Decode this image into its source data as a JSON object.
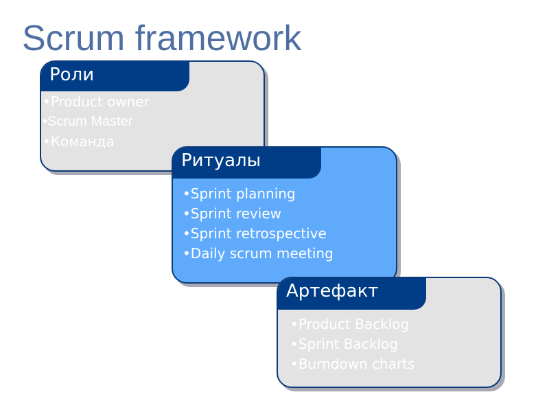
{
  "title": "Scrum framework",
  "roles": {
    "header": "Роли",
    "items": [
      "•Product owner",
      "•Scrum Master",
      "•Команда"
    ]
  },
  "rituals": {
    "header": "Ритуалы",
    "items": [
      "•Sprint planning",
      "•Sprint review",
      "•Sprint retrospective",
      "•Daily scrum meeting"
    ]
  },
  "artifacts": {
    "header": "Артефакт",
    "items": [
      "•Product Backlog",
      "•Sprint Backlog",
      "•Burndown charts"
    ]
  },
  "colors": {
    "header": "#003d86",
    "grey_box": "#e3e3e3",
    "blue_box": "#60aafc",
    "title": "#4f6fa3"
  }
}
